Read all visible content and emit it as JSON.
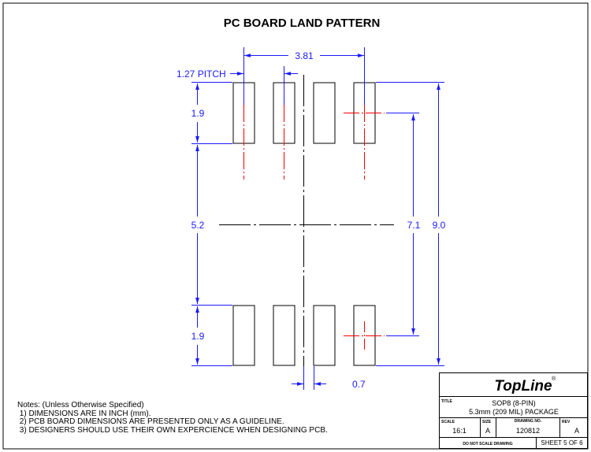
{
  "title": "PC BOARD LAND PATTERN",
  "dimensions": {
    "pitch_label": "1.27 PITCH",
    "span": "3.81",
    "pad_length_top": "1.9",
    "gap": "5.2",
    "pad_length_bottom": "1.9",
    "center_span": "7.1",
    "overall": "9.0",
    "pad_width": "0.7"
  },
  "notes": {
    "heading": "Notes: (Unless Otherwise Specified)",
    "items": [
      " 1) DIMENSIONS ARE IN INCH (mm).",
      " 2) PCB BOARD DIMENSIONS ARE PRESENTED ONLY AS A GUIDELINE.",
      " 3) DESIGNERS SHOULD USE THEIR OWN EXPERCIENCE WHEN DESIGNING PCB."
    ]
  },
  "title_block": {
    "logo": "TopLine",
    "title_label": "TITLE",
    "title_line1": "SOP8 (8-PIN)",
    "title_line2": "5.3mm (209 MIL) PACKAGE",
    "scale_label": "SCALE",
    "scale": "16:1",
    "size_label": "SIZE",
    "size": "A",
    "drawing_no_label": "DRAWING NO.",
    "drawing_no": "120812",
    "rev_label": "REV",
    "rev": "A",
    "do_not_scale": "DO NOT SCALE DRAWING",
    "sheet": "SHEET 5 OF 6"
  },
  "colors": {
    "dimension": "#1a1aff",
    "centerline": "#ff0000",
    "outline": "#000000"
  }
}
